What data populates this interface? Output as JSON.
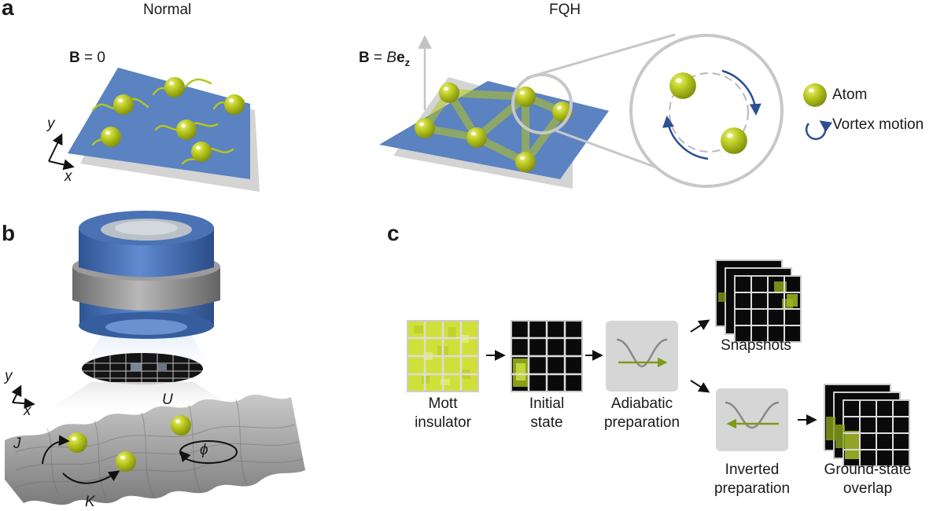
{
  "panels": {
    "a": {
      "letter": "a",
      "left_title": "Normal",
      "right_title": "FQH",
      "b_zero": "= 0",
      "b_field": "= ",
      "b_field_B": "B",
      "b_field_vec": "e",
      "b_field_sub": "z",
      "b_bold": "B",
      "axis_x": "x",
      "axis_y": "y",
      "legend_atom": "Atom",
      "legend_vortex": "Vortex motion"
    },
    "b": {
      "letter": "b",
      "axis_x": "x",
      "axis_y": "y",
      "label_U": "U",
      "label_J": "J",
      "label_K": "K",
      "label_phi": "ϕ"
    },
    "c": {
      "letter": "c",
      "mott": "Mott insulator",
      "initial": "Initial state",
      "adiabatic": "Adiabatic preparation",
      "snapshots": "Snapshots",
      "inverted": "Inverted preparation",
      "overlap": "Ground-state overlap"
    }
  },
  "colors": {
    "plane_blue": "#5b82c1",
    "plane_shadow": "#cfcfcf",
    "atom_green": "#b5c61e",
    "vortex_blue": "#2c4f96",
    "objective_blue": "#3d67a8",
    "grey_band": "#8a8a8a",
    "lattice_grey": "#8f8f8f"
  }
}
